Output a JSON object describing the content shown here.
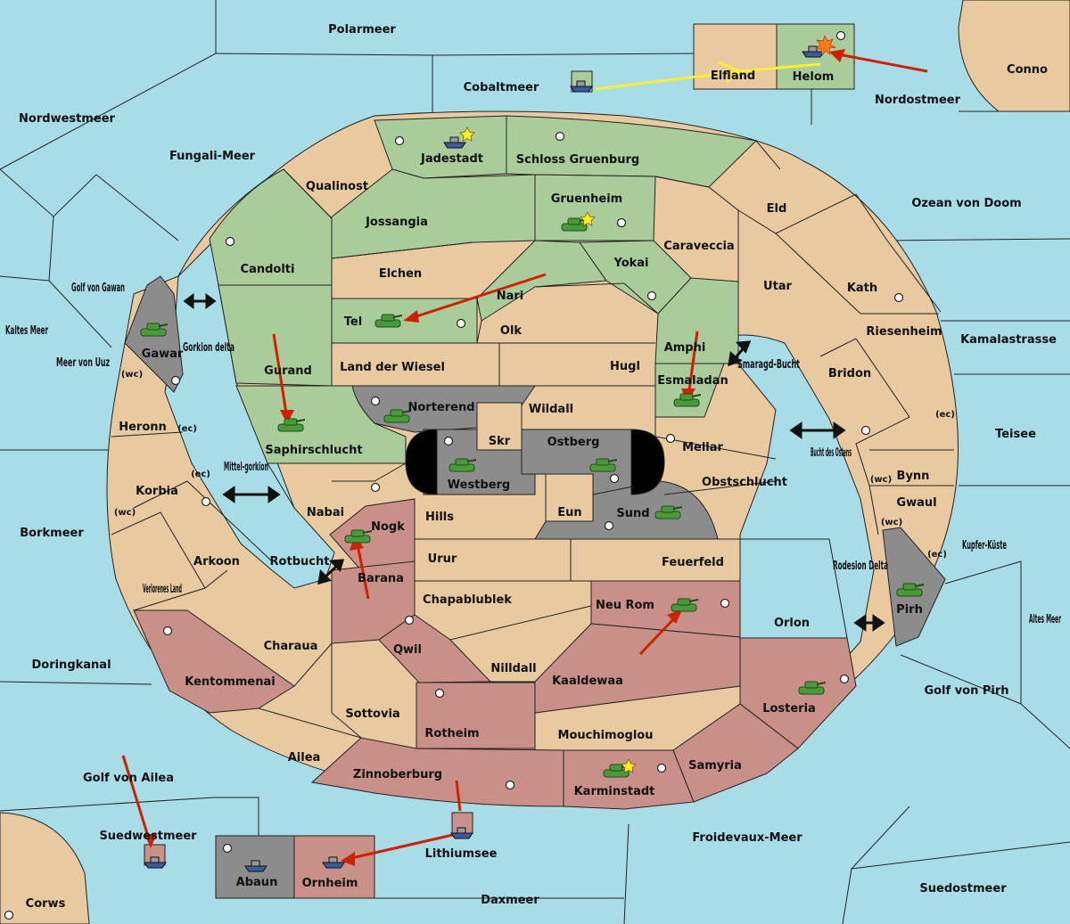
{
  "colors": {
    "sea": "#a8dde8",
    "land_neutral": "#e8c9a0",
    "land_green": "#a9cc9a",
    "land_red": "#c9908a",
    "land_gray": "#8c8c8c",
    "border": "#222222",
    "order_arrow": "#cc2200",
    "convoy_line": "#ffee33"
  },
  "sea_regions": [
    {
      "id": "polarmeer",
      "label": "Polarmeer"
    },
    {
      "id": "cobaltmeer",
      "label": "Cobaltmeer"
    },
    {
      "id": "nordostmeer",
      "label": "Nordostmeer"
    },
    {
      "id": "conno",
      "label": "Conno"
    },
    {
      "id": "nordwestmeer",
      "label": "Nordwestmeer"
    },
    {
      "id": "fungali",
      "label": "Fungali-Meer"
    },
    {
      "id": "ozean",
      "label": "Ozean von Doom"
    },
    {
      "id": "golf-gawan",
      "label": "Golf von Gawan"
    },
    {
      "id": "kaltes",
      "label": "Kaltes Meer"
    },
    {
      "id": "meer-uuz",
      "label": "Meer von Uuz"
    },
    {
      "id": "gorkion",
      "label": "Gorkion delta"
    },
    {
      "id": "kamala",
      "label": "Kamalastrasse"
    },
    {
      "id": "smaragd",
      "label": "Smaragd-Bucht"
    },
    {
      "id": "bucht-ostens",
      "label": "Bucht des Ostens"
    },
    {
      "id": "teisee",
      "label": "Teisee"
    },
    {
      "id": "mittel",
      "label": "Mittel-gorkion"
    },
    {
      "id": "borkmeer",
      "label": "Borkmeer"
    },
    {
      "id": "kupfer",
      "label": "Kupfer-Küste"
    },
    {
      "id": "rotbucht",
      "label": "Rotbucht"
    },
    {
      "id": "rodesion",
      "label": "Rodesion Delta"
    },
    {
      "id": "altes",
      "label": "Altes Meer"
    },
    {
      "id": "doring",
      "label": "Doringkanal"
    },
    {
      "id": "golf-pirh",
      "label": "Golf von Pirh"
    },
    {
      "id": "golf-ailea",
      "label": "Golf von Ailea"
    },
    {
      "id": "suedwest",
      "label": "Suedwestmeer"
    },
    {
      "id": "froide",
      "label": "Froidevaux-Meer"
    },
    {
      "id": "lithium",
      "label": "Lithiumsee"
    },
    {
      "id": "suedost",
      "label": "Suedostmeer"
    },
    {
      "id": "daxmeer",
      "label": "Daxmeer"
    },
    {
      "id": "corws",
      "label": "Corws"
    }
  ],
  "land_regions": [
    {
      "id": "elfland",
      "label": "Elfland"
    },
    {
      "id": "helom",
      "label": "Helom"
    },
    {
      "id": "jadestadt",
      "label": "Jadestadt"
    },
    {
      "id": "schloss",
      "label": "Schloss Gruenburg"
    },
    {
      "id": "qualinost",
      "label": "Qualinost"
    },
    {
      "id": "gruenheim",
      "label": "Gruenheim"
    },
    {
      "id": "eld",
      "label": "Eld"
    },
    {
      "id": "jossangia",
      "label": "Jossangia"
    },
    {
      "id": "caraveccia",
      "label": "Caraveccia"
    },
    {
      "id": "candolti",
      "label": "Candolti"
    },
    {
      "id": "elchen",
      "label": "Elchen"
    },
    {
      "id": "yokai",
      "label": "Yokai"
    },
    {
      "id": "utar",
      "label": "Utar"
    },
    {
      "id": "kath",
      "label": "Kath"
    },
    {
      "id": "nari",
      "label": "Nari"
    },
    {
      "id": "tel",
      "label": "Tel"
    },
    {
      "id": "olk",
      "label": "Olk"
    },
    {
      "id": "riesenheim",
      "label": "Riesenheim"
    },
    {
      "id": "gawar",
      "label": "Gawar"
    },
    {
      "id": "amphi",
      "label": "Amphi"
    },
    {
      "id": "gurand",
      "label": "Gurand"
    },
    {
      "id": "wiesel",
      "label": "Land der Wiesel"
    },
    {
      "id": "hugl",
      "label": "Hugl"
    },
    {
      "id": "bridon",
      "label": "Bridon"
    },
    {
      "id": "esmaladan",
      "label": "Esmaladan"
    },
    {
      "id": "norterend",
      "label": "Norterend"
    },
    {
      "id": "wildall",
      "label": "Wildall"
    },
    {
      "id": "heronn",
      "label": "Heronn"
    },
    {
      "id": "skr",
      "label": "Skr"
    },
    {
      "id": "ostberg",
      "label": "Ostberg"
    },
    {
      "id": "mellar",
      "label": "Mellar"
    },
    {
      "id": "saphir",
      "label": "Saphirschlucht"
    },
    {
      "id": "bynn",
      "label": "Bynn"
    },
    {
      "id": "westberg",
      "label": "Westberg"
    },
    {
      "id": "obst",
      "label": "Obstschlucht"
    },
    {
      "id": "korbia",
      "label": "Korbia"
    },
    {
      "id": "gwaul",
      "label": "Gwaul"
    },
    {
      "id": "nabai",
      "label": "Nabai"
    },
    {
      "id": "eun",
      "label": "Eun"
    },
    {
      "id": "hills",
      "label": "Hills"
    },
    {
      "id": "sund",
      "label": "Sund"
    },
    {
      "id": "nogk",
      "label": "Nogk"
    },
    {
      "id": "arkoon",
      "label": "Arkoon"
    },
    {
      "id": "urur",
      "label": "Urur"
    },
    {
      "id": "feuerfeld",
      "label": "Feuerfeld"
    },
    {
      "id": "barana",
      "label": "Barana"
    },
    {
      "id": "verloren",
      "label": "Verlorenes Land"
    },
    {
      "id": "chapab",
      "label": "Chapablublek"
    },
    {
      "id": "neurom",
      "label": "Neu Rom"
    },
    {
      "id": "pirh",
      "label": "Pirh"
    },
    {
      "id": "orlon",
      "label": "Orlon"
    },
    {
      "id": "charaua",
      "label": "Charaua"
    },
    {
      "id": "qwil",
      "label": "Qwil"
    },
    {
      "id": "nilldall",
      "label": "Nilldall"
    },
    {
      "id": "kentommenai",
      "label": "Kentommenai"
    },
    {
      "id": "kaaldewaa",
      "label": "Kaaldewaa"
    },
    {
      "id": "losteria",
      "label": "Losteria"
    },
    {
      "id": "sottovia",
      "label": "Sottovia"
    },
    {
      "id": "rotheim",
      "label": "Rotheim"
    },
    {
      "id": "mouchi",
      "label": "Mouchimoglou"
    },
    {
      "id": "ailea",
      "label": "Ailea"
    },
    {
      "id": "samyria",
      "label": "Samyria"
    },
    {
      "id": "zinnober",
      "label": "Zinnoberburg"
    },
    {
      "id": "karmin",
      "label": "Karminstadt"
    },
    {
      "id": "abaun",
      "label": "Abaun"
    },
    {
      "id": "ornheim",
      "label": "Ornheim"
    }
  ],
  "coast_labels": [
    "(wc)",
    "(ec)",
    "(ec)",
    "(wc)",
    "(ec)",
    "(wc)",
    "(wc)",
    "(ec)"
  ]
}
